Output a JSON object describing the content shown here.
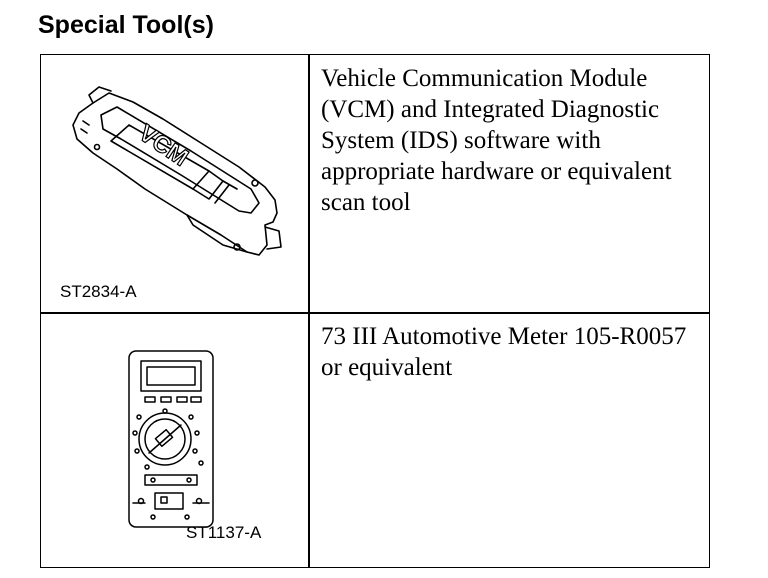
{
  "page": {
    "title": "Special Tool(s)"
  },
  "tools": [
    {
      "figure_id": "ST2834-A",
      "figure_text": "VCM",
      "description": "Vehicle Communication Module (VCM) and Integrated Diagnostic System (IDS) software with appropriate hardware or equivalent scan tool"
    },
    {
      "figure_id": "ST1137-A",
      "description": "73 III Automotive Meter 105-R0057 or equivalent"
    }
  ]
}
